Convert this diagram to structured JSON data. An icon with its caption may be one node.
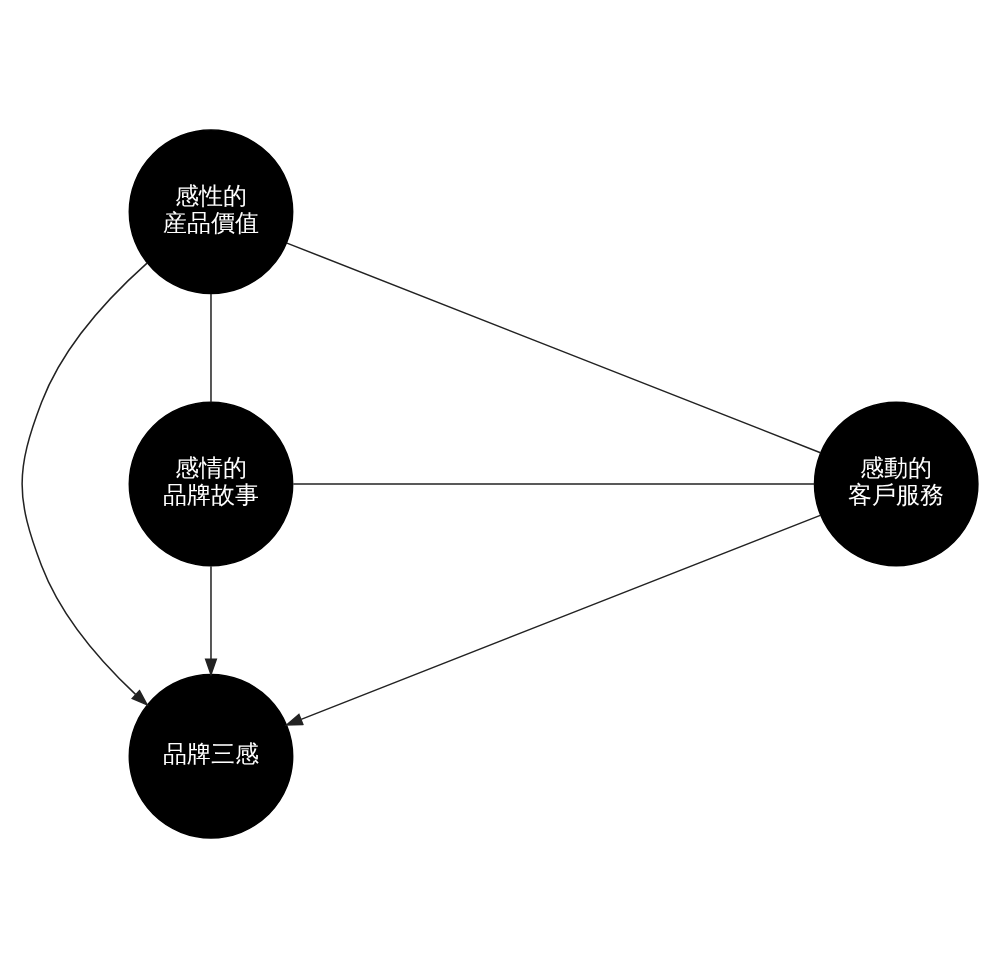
{
  "diagram": {
    "nodes": [
      {
        "text": [
          "感性的産品價值"
        ]
      },
      {
        "text": [
          "品牌三感"
        ]
      },
      {
        "text": [
          "感情的品牌故事"
        ]
      },
      {
        "text": [
          "感動的客戶服務"
        ]
      }
    ],
    "edges": [
      {
        "from": 0,
        "to": 1,
        "arrow": "to"
      },
      {
        "from": 0,
        "to": 2,
        "arrow": "none"
      },
      {
        "from": 0,
        "to": 3,
        "arrow": "none"
      },
      {
        "from": 2,
        "to": 1,
        "arrow": "to"
      },
      {
        "from": 3,
        "to": 1,
        "arrow": "to"
      },
      {
        "from": 2,
        "to": 3,
        "arrow": "none"
      }
    ]
  }
}
